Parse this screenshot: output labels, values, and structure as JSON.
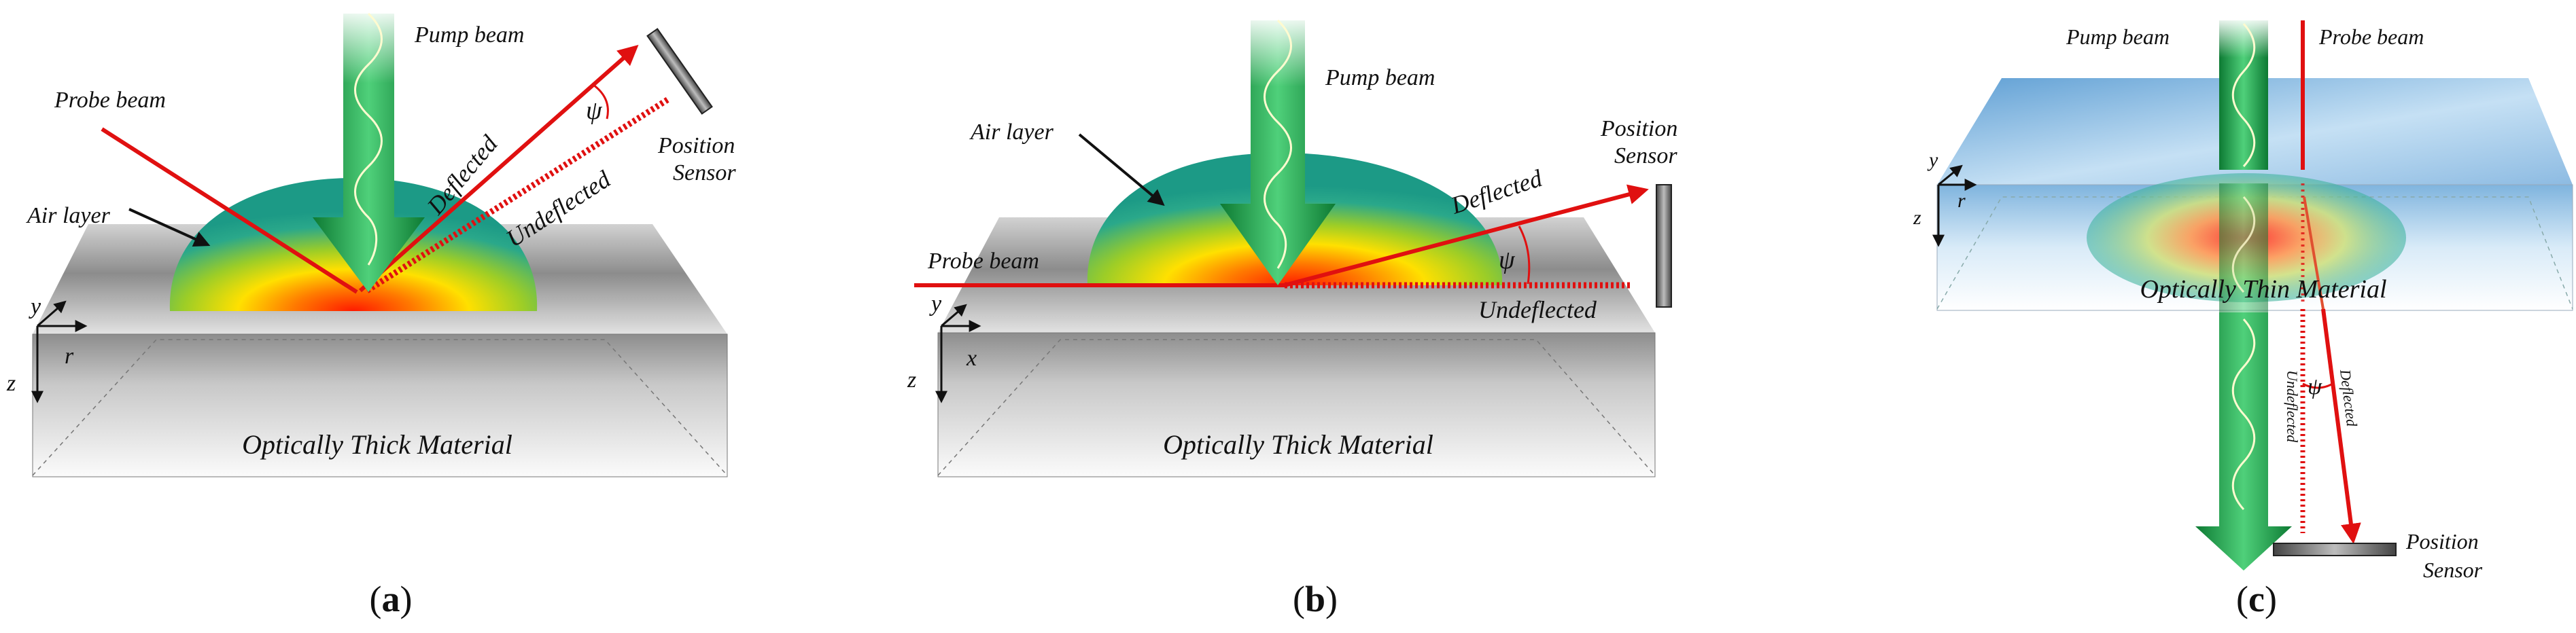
{
  "panels": {
    "a": {
      "caption_letter": "a",
      "labels": {
        "pump_beam": "Pump beam",
        "probe_beam": "Probe beam",
        "air_layer": "Air layer",
        "deflected": "Deflected",
        "undeflected": "Undeflected",
        "position_sensor_1": "Position",
        "position_sensor_2": "Sensor",
        "psi": "ψ",
        "material": "Optically Thick Material",
        "axis_y": "y",
        "axis_r": "r",
        "axis_z": "z"
      }
    },
    "b": {
      "caption_letter": "b",
      "labels": {
        "pump_beam": "Pump beam",
        "probe_beam": "Probe beam",
        "air_layer": "Air layer",
        "deflected": "Deflected",
        "undeflected": "Undeflected",
        "position_sensor_1": "Position",
        "position_sensor_2": "Sensor",
        "psi": "ψ",
        "material": "Optically Thick Material",
        "axis_y": "y",
        "axis_x": "x",
        "axis_z": "z"
      }
    },
    "c": {
      "caption_letter": "c",
      "labels": {
        "pump_beam": "Pump beam",
        "probe_beam": "Probe beam",
        "deflected": "Deflected",
        "undeflected": "Undeflected",
        "position_sensor_1": "Position",
        "position_sensor_2": "Sensor",
        "psi": "ψ",
        "material": "Optically Thin Material",
        "axis_y": "y",
        "axis_r": "r",
        "axis_z": "z"
      }
    }
  },
  "colors": {
    "pump_beam": "#1aa04a",
    "probe_beam": "#e01010",
    "air_layer_outer": "#1f9f86",
    "hot_spot": "#ff2a10",
    "thick_material": "#9a9a9a",
    "thin_material": "#9fc9ea",
    "sensor": "#6b6b6b"
  }
}
